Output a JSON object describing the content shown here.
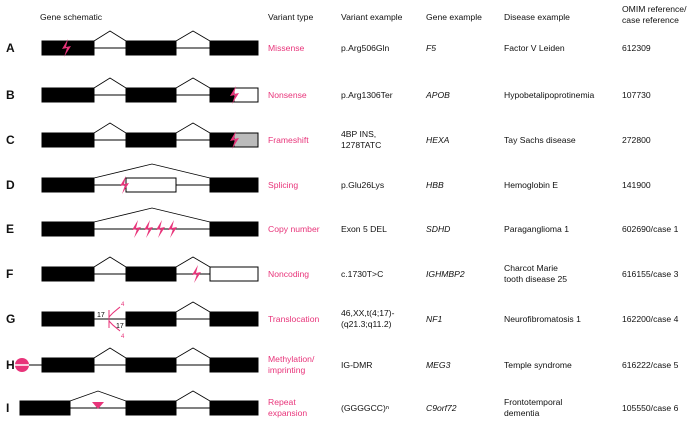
{
  "headers": {
    "schematic": "Gene schematic",
    "variant_type": "Variant type",
    "variant_example": "Variant example",
    "gene_example": "Gene example",
    "disease_example": "Disease example",
    "omim_line1": "OMIM reference/",
    "omim_line2": "case reference"
  },
  "colors": {
    "accent": "#e8347a",
    "exon": "#000000",
    "gray_exon": "#bbbbbb"
  },
  "rows": [
    {
      "label": "A",
      "type": [
        "Missense"
      ],
      "example": [
        "p.Arg506Gln"
      ],
      "gene": "F5",
      "disease": [
        "Factor V Leiden"
      ],
      "omim": "612309",
      "mark": "bolt"
    },
    {
      "label": "B",
      "type": [
        "Nonsense"
      ],
      "example": [
        "p.Arg1306Ter"
      ],
      "gene": "APOB",
      "disease": [
        "Hypobetalipoprotinemia"
      ],
      "omim": "107730",
      "mark": "bolt"
    },
    {
      "label": "C",
      "type": [
        "Frameshift"
      ],
      "example": [
        "4BP INS,",
        "1278TATC"
      ],
      "gene": "HEXA",
      "disease": [
        "Tay Sachs disease"
      ],
      "omim": "272800",
      "mark": "bolt"
    },
    {
      "label": "D",
      "type": [
        "Splicing"
      ],
      "example": [
        "p.Glu26Lys"
      ],
      "gene": "HBB",
      "disease": [
        "Hemoglobin E"
      ],
      "omim": "141900",
      "mark": "bolt"
    },
    {
      "label": "E",
      "type": [
        "Copy number"
      ],
      "example": [
        "Exon 5 DEL"
      ],
      "gene": "SDHD",
      "disease": [
        "Paraganglioma 1"
      ],
      "omim": "602690/case 1",
      "mark": "bolts"
    },
    {
      "label": "F",
      "type": [
        "Noncoding"
      ],
      "example": [
        "c.1730T>C"
      ],
      "gene": "IGHMBP2",
      "disease": [
        "Charcot Marie",
        "tooth disease 25"
      ],
      "omim": "616155/case 3",
      "mark": "bolt"
    },
    {
      "label": "G",
      "type": [
        "Translocation"
      ],
      "example": [
        "46,XX,t(4;17)-",
        "(q21.3;q11.2)"
      ],
      "gene": "NF1",
      "disease": [
        "Neurofibromatosis 1"
      ],
      "omim": "162200/case 4",
      "mark": "translocation",
      "chrom_a": "17",
      "chrom_b": "4"
    },
    {
      "label": "H",
      "type": [
        "Methylation/",
        "imprinting"
      ],
      "example": [
        "IG-DMR"
      ],
      "gene": "MEG3",
      "disease": [
        "Temple syndrome"
      ],
      "omim": "616222/case 5",
      "mark": "methyl"
    },
    {
      "label": "I",
      "type": [
        "Repeat",
        "expansion"
      ],
      "example": [
        "(GGGGCC)ⁿ"
      ],
      "gene": "C9orf72",
      "disease": [
        "Frontotemporal",
        "dementia"
      ],
      "omim": "105550/case 6",
      "mark": "triangle"
    }
  ]
}
